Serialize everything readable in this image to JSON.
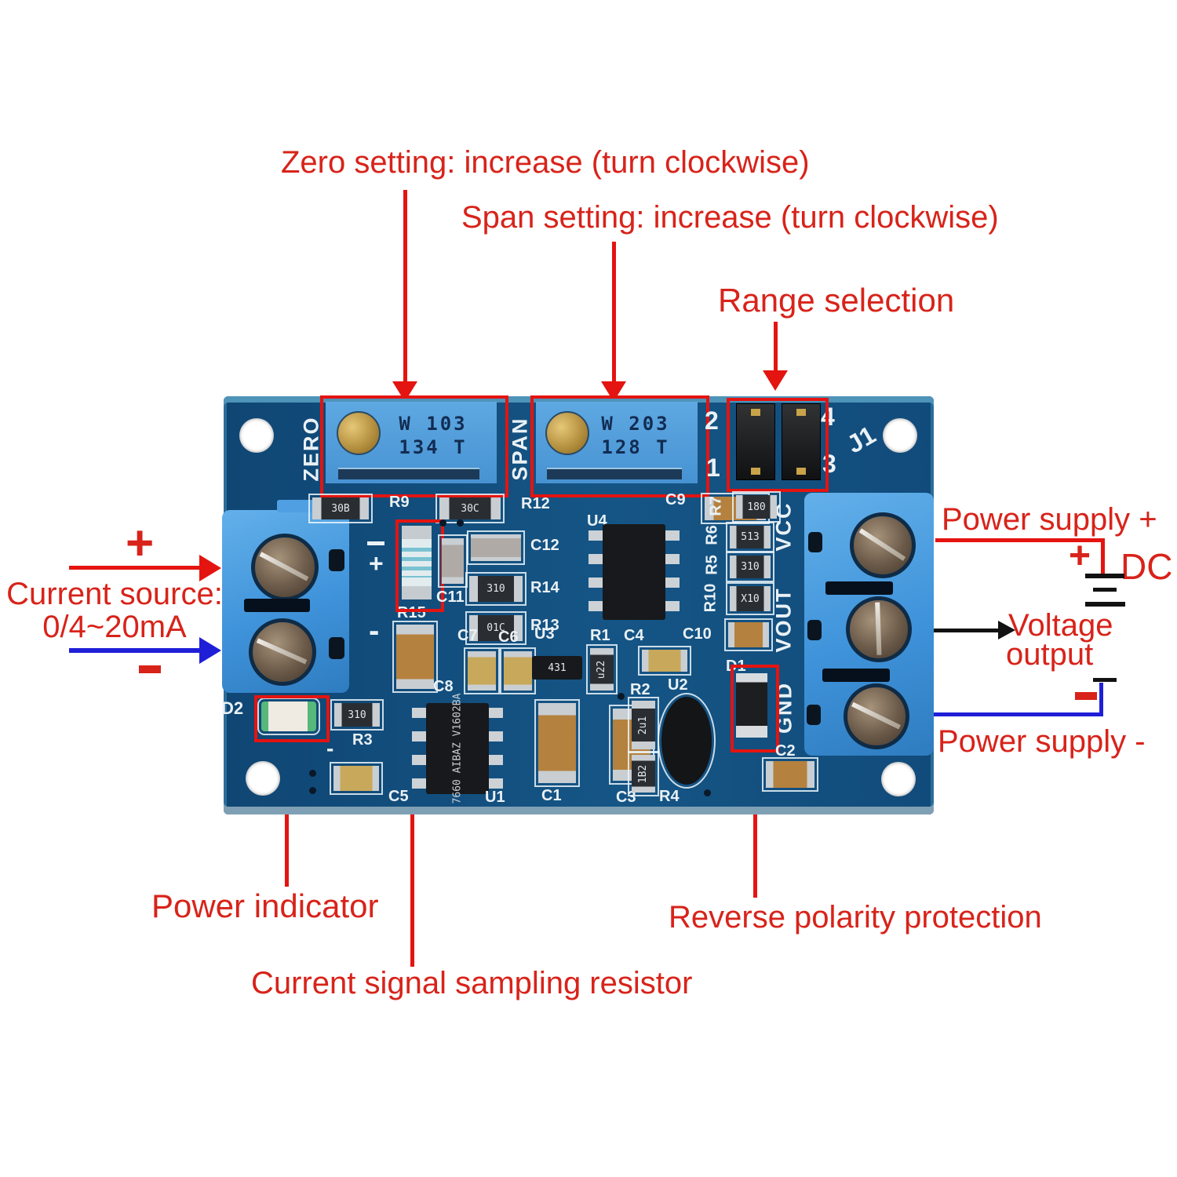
{
  "annotations": {
    "zero_setting": "Zero setting: increase (turn clockwise)",
    "span_setting": "Span setting: increase (turn clockwise)",
    "range_selection": "Range selection",
    "current_plus": "+",
    "current_source_1": "Current source:",
    "current_source_2": "0/4~20mA",
    "power_supply_plus": "Power supply +",
    "battery_plus": "+",
    "battery_label": "DC",
    "voltage_output_1": "Voltage",
    "voltage_output_2": "output",
    "power_supply_minus": "Power supply -",
    "power_indicator": "Power indicator",
    "sampling_resistor": "Current signal sampling resistor",
    "reverse_polarity": "Reverse polarity protection"
  },
  "board": {
    "labels": {
      "zero": "ZERO",
      "span": "SPAN",
      "j1": "J1",
      "vcc": "VCC",
      "vout": "VOUT",
      "gnd": "GND",
      "in_plus": "+",
      "in_minus": "-",
      "led_minus": "-"
    },
    "jumper_pins": {
      "p2": "2",
      "p4": "4",
      "p1": "1",
      "p3": "3"
    },
    "trimmer_zero": {
      "row1": "W 103",
      "row2": "134 T"
    },
    "trimmer_span": {
      "row1": "W 203",
      "row2": "128 T"
    },
    "refs": {
      "r9": "R9",
      "r12": "R12",
      "u4": "U4",
      "c9": "C9",
      "r7": "R7",
      "r6": "R6",
      "r5": "R5",
      "r10": "R10",
      "c12": "C12",
      "r14": "R14",
      "r13": "R13",
      "r15": "R15",
      "c11": "C11",
      "c10": "C10",
      "c7": "C7",
      "c6": "C6",
      "u3": "U3",
      "r1": "R1",
      "c4": "C4",
      "c8": "C8",
      "r2": "R2",
      "u2": "U2",
      "d1": "D1",
      "c2": "C2",
      "u1": "U1",
      "c1": "C1",
      "c3": "C3",
      "r4": "R4",
      "c5": "C5",
      "r3": "R3",
      "d2": "D2"
    },
    "markings": {
      "r9": "30B",
      "r12": "30C",
      "r7": "180",
      "r6": "513",
      "r5": "310",
      "r10": "X10",
      "r14": "310",
      "r13": "01C",
      "r1": "u22",
      "r2": "2u1",
      "r4": "1B2",
      "r3": "310",
      "u3": "431"
    },
    "u1_marking": {
      "l1": "7660",
      "l2": "AIBAZ",
      "l3": "V1602BA"
    }
  },
  "colors": {
    "annotation_red": "#d8231a",
    "callout_box_red": "#e41410",
    "wire_blue": "#1f1fd8",
    "wire_black": "#121212",
    "pcb_blue": "#124d7d",
    "silkscreen_white": "#eaf1f5",
    "trimmer_blue": "#4e9bd8",
    "terminal_blue": "#3f97e0"
  }
}
